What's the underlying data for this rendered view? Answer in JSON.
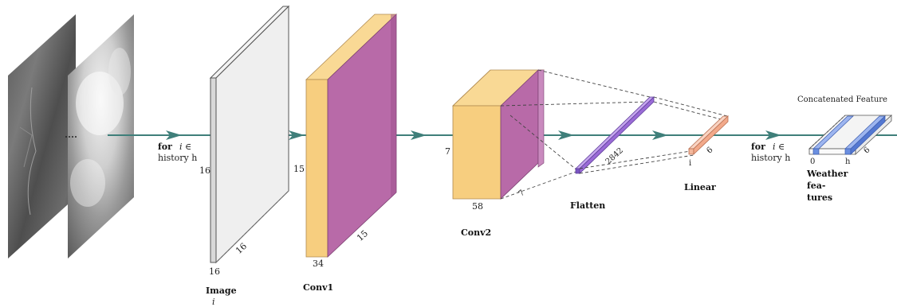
{
  "colors": {
    "arrow": "#3f7f7a",
    "conv_front": "#f7ce7f",
    "conv_side": "#b86aa8",
    "image_plane": "#e4e4e4",
    "flatten": "#9a6bd6",
    "linear": "#f4b79b",
    "concat": "#6b8fe0"
  },
  "inputs": {
    "loop_label_bold": "for",
    "loop_label_var": "i ∈",
    "loop_label_range": "history h"
  },
  "image": {
    "label": "Image",
    "sublabel": "i",
    "dim_height": "16",
    "dim_depth": "16",
    "dim_width": "16"
  },
  "conv1": {
    "label": "Conv1",
    "dim_height": "15",
    "dim_width": "34",
    "dim_depth": "15"
  },
  "conv2": {
    "label": "Conv2",
    "dim_height": "7",
    "dim_width": "58",
    "dim_depth": "7"
  },
  "flatten": {
    "label": "Flatten",
    "dim": "2842"
  },
  "linear": {
    "label": "Linear",
    "dim_i": "i",
    "dim_6": "6"
  },
  "loop2": {
    "label_bold": "for",
    "label_var": "i ∈",
    "label_range": "history h"
  },
  "concat": {
    "title": "Concatenated Feature",
    "tick_start": "0",
    "tick_end": "h",
    "dim": "6",
    "weather_label_1": "Weather",
    "weather_label_2": "fea-",
    "weather_label_3": "tures"
  }
}
